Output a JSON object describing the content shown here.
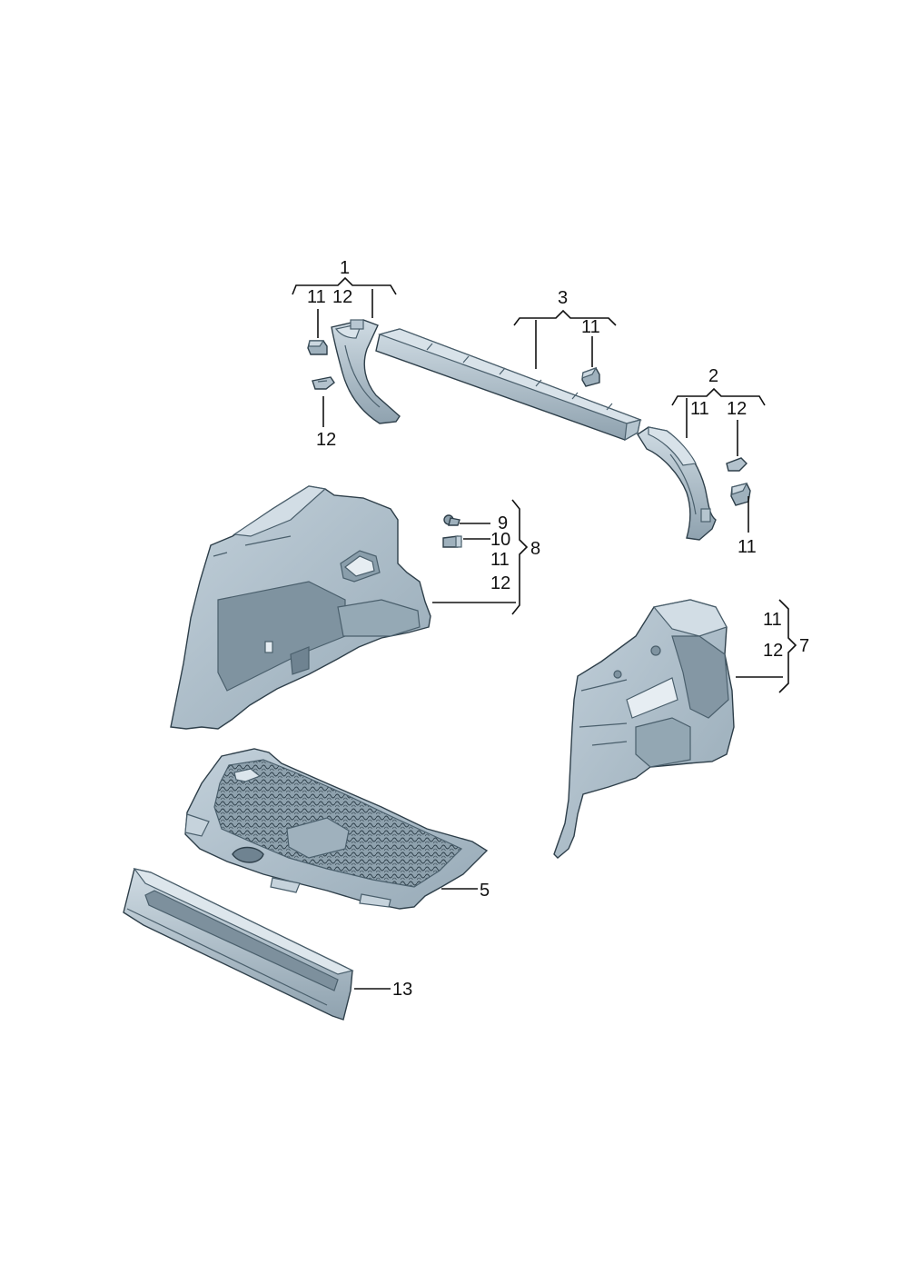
{
  "colors": {
    "background": "#ffffff",
    "part_fill": "#a9bac6",
    "part_light": "#d3dee6",
    "part_dark": "#7d909d",
    "part_edge": "#4a5f6c",
    "label_ink": "#111111"
  },
  "callouts": {
    "part_1": "1",
    "part_1_sub_11": "11",
    "part_1_sub_12": "12",
    "clip_11_left": "11",
    "clip_12_left": "12",
    "part_3": "3",
    "part_3_sub_11": "11",
    "part_2": "2",
    "part_2_sub_11": "11",
    "part_2_sub_12": "12",
    "clip_11_right": "11",
    "part_9": "9",
    "part_10": "10",
    "part_8_sub_11": "11",
    "part_8_sub_12": "12",
    "part_8": "8",
    "part_7_sub_11": "11",
    "part_7_sub_12": "12",
    "part_7": "7",
    "part_5": "5",
    "part_13": "13"
  }
}
